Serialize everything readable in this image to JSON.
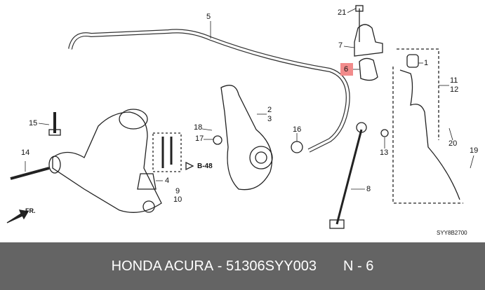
{
  "diagram": {
    "callouts": [
      "5",
      "21",
      "7",
      "6",
      "1",
      "11",
      "12",
      "2",
      "3",
      "18",
      "17",
      "16",
      "13",
      "15",
      "14",
      "4",
      "9",
      "10",
      "8",
      "20",
      "19"
    ],
    "highlighted_callout": "6",
    "reference": "B-48",
    "direction": "FR.",
    "diagram_code": "SYY8B2700",
    "highlight_color": "#f28b8b"
  },
  "banner": {
    "brand": "HONDA ACURA",
    "separator": " - ",
    "part_number": "51306SYY003",
    "position": "N - 6",
    "background": "#646464"
  }
}
